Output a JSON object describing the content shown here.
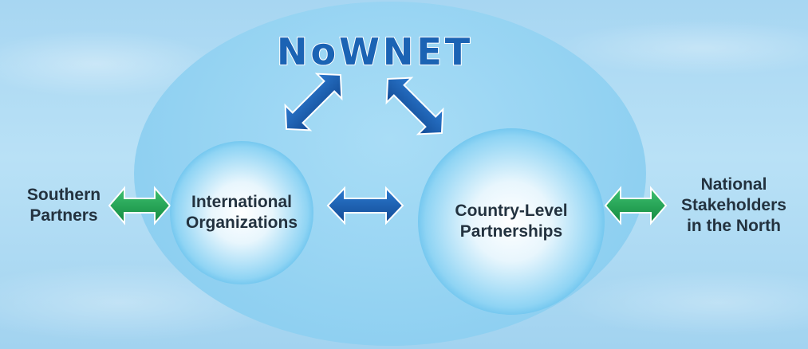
{
  "title": "NoWNET",
  "nodes": {
    "international": "International Organizations",
    "international_lines": [
      "International",
      "Organizations"
    ],
    "country": "Country-Level Partnerships",
    "country_lines": [
      "Country-Level",
      "Partnerships"
    ],
    "southern": "Southern Partners",
    "southern_lines": [
      "Southern",
      "Partners"
    ],
    "national": "National Stakeholders in the North",
    "national_lines": [
      "National",
      "Stakeholders",
      "in the North"
    ]
  },
  "colors": {
    "network_arrow": "#1b5fb0",
    "external_arrow": "#1aa04d"
  }
}
